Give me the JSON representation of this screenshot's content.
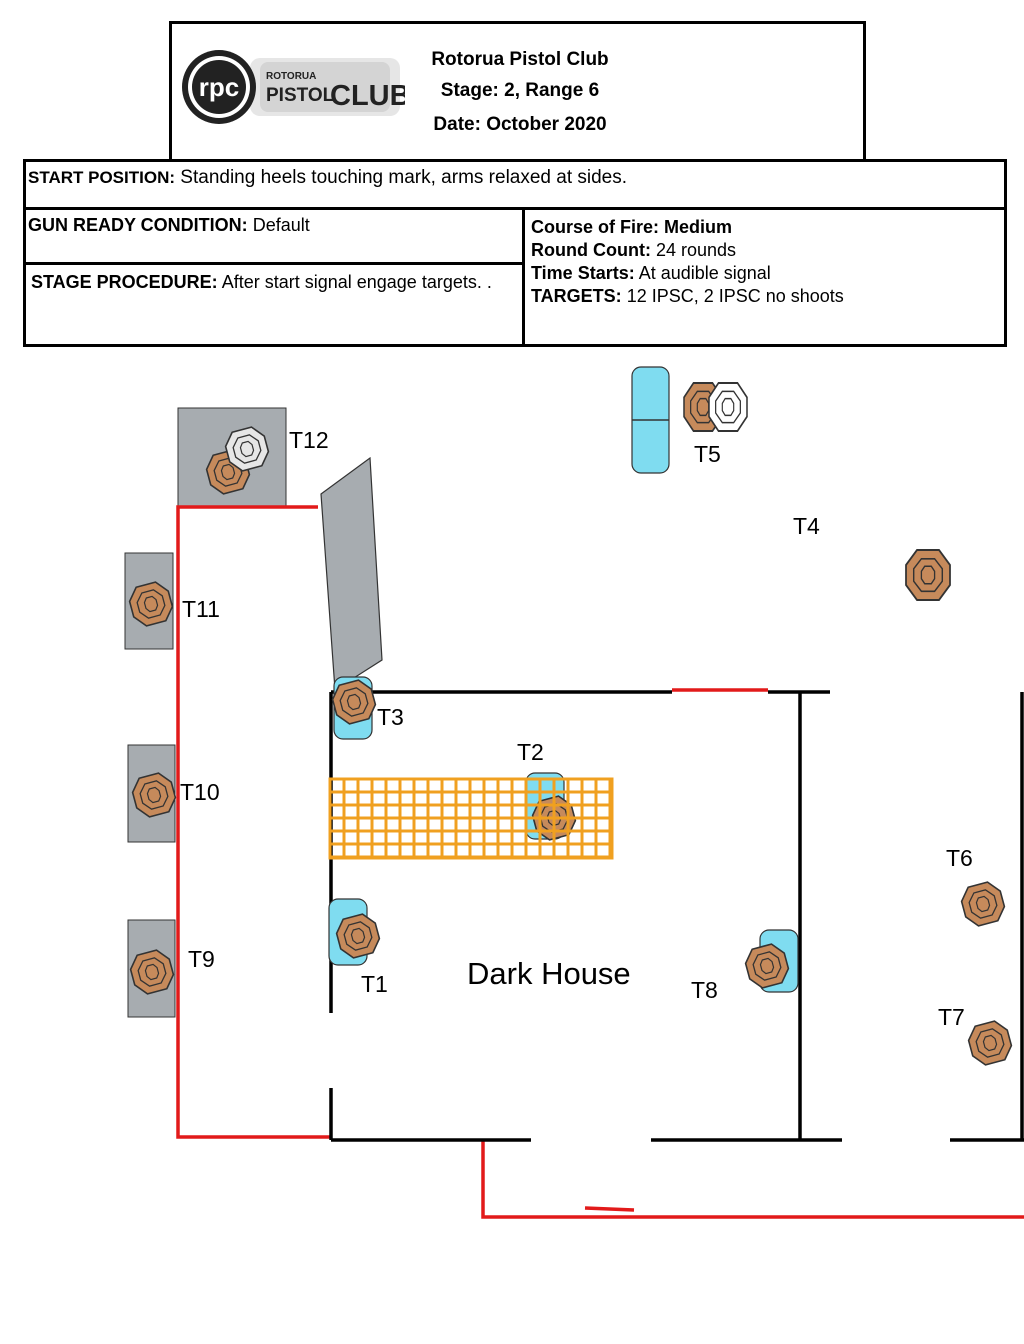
{
  "header": {
    "club": "Rotorua Pistol Club",
    "stage": "Stage: 2, Range 6",
    "date": "Date: October 2020",
    "logo": {
      "mark": "rpc",
      "small": "ROTORUA",
      "word1": "PISTOL",
      "word2": "CLUB"
    }
  },
  "start_position": {
    "label": "START POSITION:",
    "value": "Standing heels touching mark, arms relaxed at sides."
  },
  "gun_ready": {
    "label": "GUN READY CONDITION:",
    "value": "Default"
  },
  "procedure": {
    "label": "STAGE PROCEDURE:",
    "value": "After start signal engage targets. ."
  },
  "course": {
    "course_label": "Course of Fire:",
    "course_value": "Medium",
    "rounds_label": "Round Count:",
    "rounds_value": "24 rounds",
    "time_label": "Time Starts:",
    "time_value": "At audible signal",
    "targets_label": "TARGETS:",
    "targets_value": "12 IPSC, 2 IPSC no shoots"
  },
  "targets": {
    "t1": "T1",
    "t2": "T2",
    "t3": "T3",
    "t4": "T4",
    "t5": "T5",
    "t6": "T6",
    "t7": "T7",
    "t8": "T8",
    "t9": "T9",
    "t10": "T10",
    "t11": "T11",
    "t12": "T12"
  },
  "area_label": "Dark House",
  "colors": {
    "target": "#c68a5b",
    "noshoot": "#ffffff",
    "barrel": "#7fdcf0",
    "fault": "#e21a1a",
    "mesh": "#f0a020",
    "wall": "#a7acb0"
  }
}
